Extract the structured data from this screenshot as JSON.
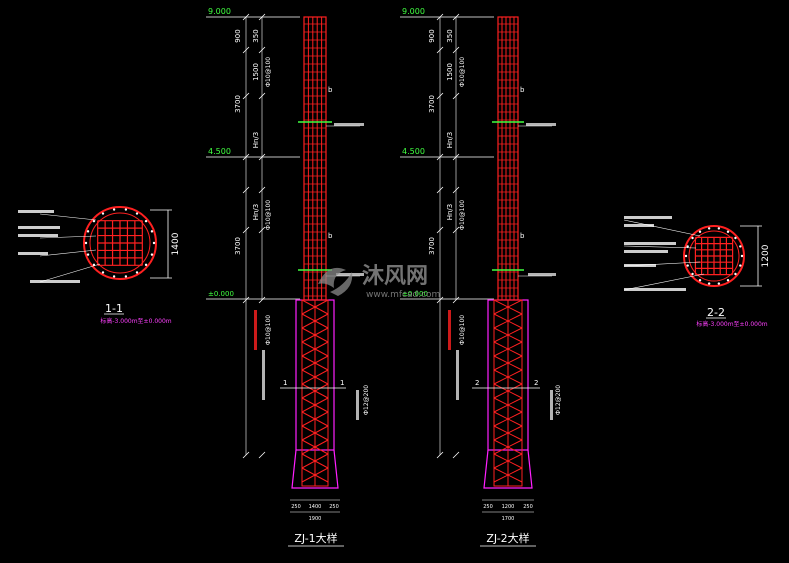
{
  "colors": {
    "background": "#000000",
    "line": "#ffffff",
    "rebar": "#ff2020",
    "casing": "#ff20ff",
    "level": "#40ff40",
    "dim": "#ffffff",
    "note": "#ffff40",
    "watermark": "#9a9a9a"
  },
  "watermark": {
    "brand": "沐风网",
    "url": "www.mfcad.com"
  },
  "section_1_1": {
    "label": "1-1",
    "diameter": "1400",
    "note": "标高-3.000m至±0.000m"
  },
  "section_2_2": {
    "label": "2-2",
    "diameter": "1200",
    "note": "标高-3.000m至±0.000m"
  },
  "pier_zj1": {
    "title": "ZJ-1大样",
    "levels": [
      "9.000",
      "4.500",
      "±0.000"
    ],
    "dims": [
      "350",
      "1500",
      "3700",
      "Hn/3",
      "Hn/3",
      "3700",
      "900"
    ],
    "bar_labels": [
      "Ф10@100",
      "Ф10@100",
      "Ф10@100"
    ],
    "bottom_dims": [
      "250",
      "1400",
      "250",
      "1900"
    ],
    "section_tag": "1"
  },
  "pier_zj2": {
    "title": "ZJ-2大样",
    "levels": [
      "9.000",
      "4.500",
      "±0.000"
    ],
    "dims": [
      "350",
      "1500",
      "3700",
      "Hn/3",
      "Hn/3",
      "3700",
      "900"
    ],
    "bar_labels": [
      "Ф10@100",
      "Ф10@100",
      "Ф10@100"
    ],
    "bottom_dims": [
      "250",
      "1200",
      "250",
      "1700"
    ],
    "section_tag": "2"
  }
}
